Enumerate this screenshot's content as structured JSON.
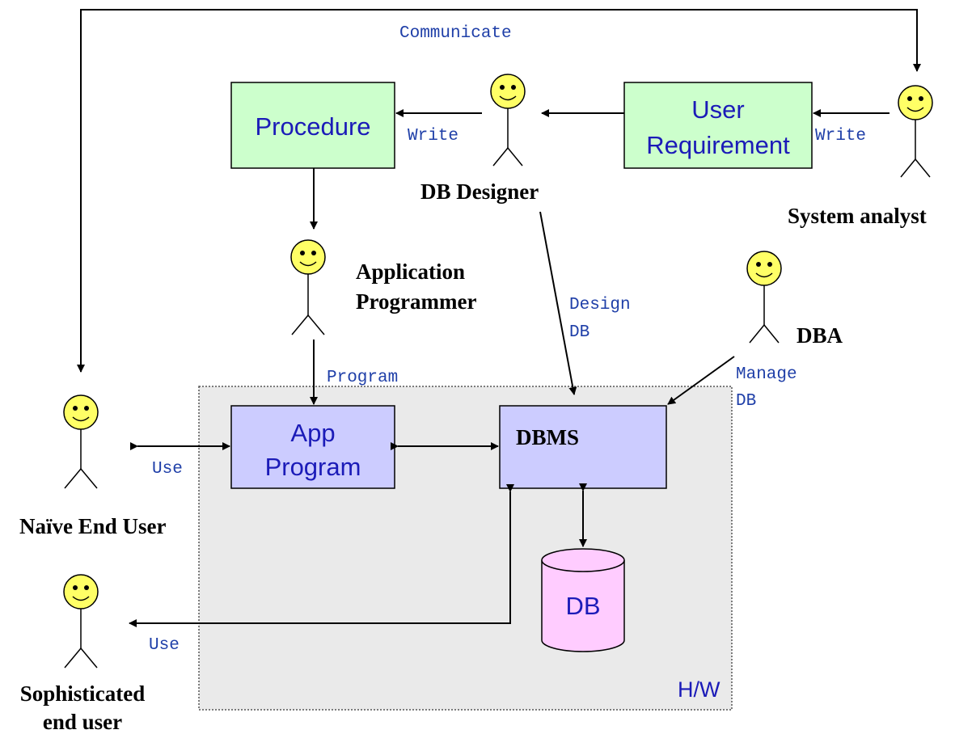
{
  "boxes": {
    "procedure": "Procedure",
    "user_requirement_line1": "User",
    "user_requirement_line2": "Requirement",
    "app_program_line1": "App",
    "app_program_line2": "Program",
    "dbms": "DBMS",
    "db": "DB",
    "hw": "H/W"
  },
  "roles": {
    "system_analyst": "System analyst",
    "db_designer": "DB Designer",
    "app_programmer_line1": "Application",
    "app_programmer_line2": "Programmer",
    "dba": "DBA",
    "naive_user": "Naïve End User",
    "sophisticated_user_line1": "Sophisticated",
    "sophisticated_user_line2": "end user"
  },
  "edge_labels": {
    "communicate": "Communicate",
    "write_analyst": "Write",
    "write_designer": "Write",
    "program": "Program",
    "design_line1": "Design",
    "design_line2": "DB",
    "manage_line1": "Manage",
    "manage_line2": "DB",
    "use_naive": "Use",
    "use_sophisticated": "Use"
  },
  "colors": {
    "green_box": "#ccffcc",
    "purple_box": "#ccccff",
    "pink_db": "#ffccff",
    "hw_region": "#eaeaea",
    "smiley": "#ffff66",
    "text_blue": "#1b1bb8"
  }
}
